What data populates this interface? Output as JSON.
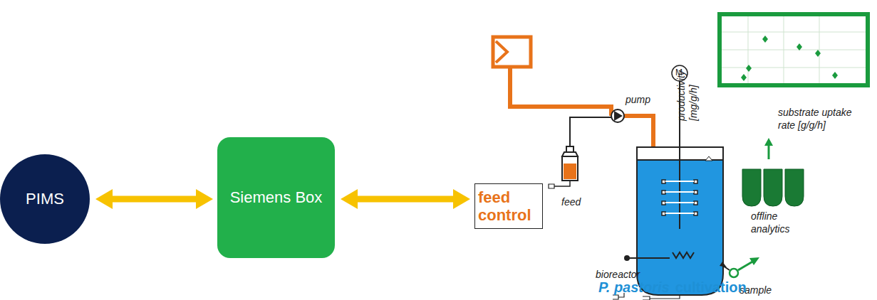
{
  "diagram": {
    "nodes": [
      {
        "text": [
          "PIMS"
        ]
      },
      {
        "text": [
          "Siemens Box"
        ]
      },
      {
        "text": [
          "feed control"
        ]
      }
    ],
    "edges": [
      {
        "from": 0,
        "to": 1,
        "arrow": "both"
      },
      {
        "from": 1,
        "to": 2,
        "arrow": "both"
      }
    ],
    "labels": [
      "pump",
      "feed",
      "M",
      "bioreactor",
      "sample",
      "offline analytics",
      "substrate uptake rate [g/g/h]",
      "productivity [mg/g/h]",
      "P. pastoris",
      "cultivation"
    ]
  }
}
